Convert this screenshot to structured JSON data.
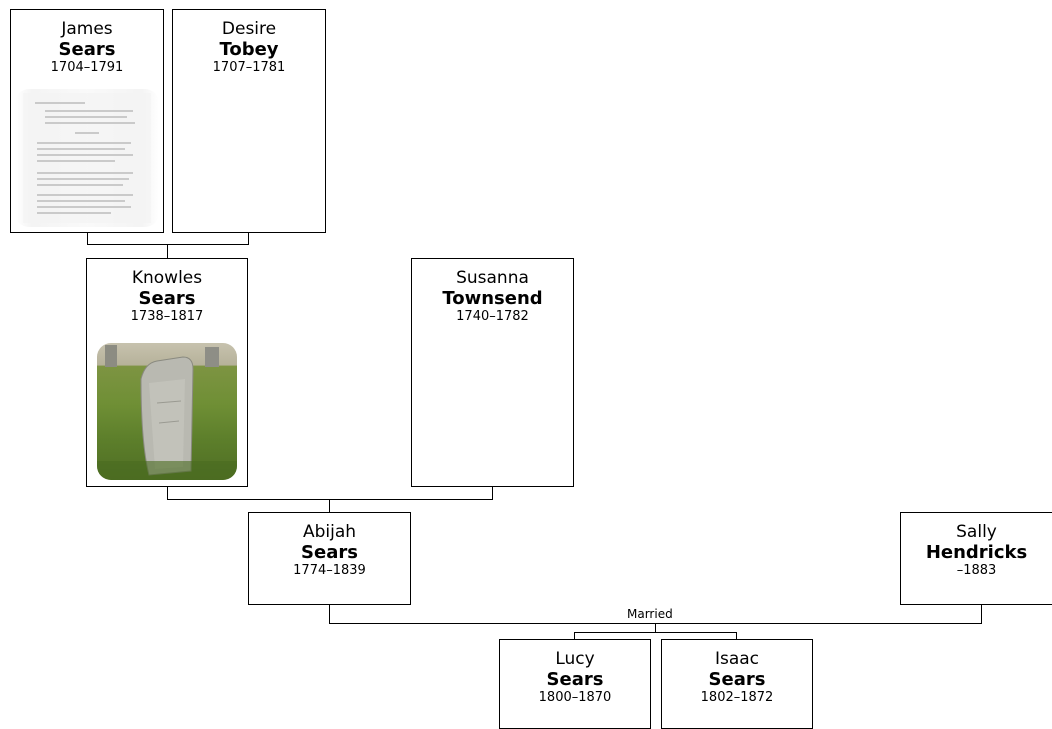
{
  "people": {
    "james": {
      "given": "James",
      "surname": "Sears",
      "dates": "1704–1791",
      "photo": "document-scan"
    },
    "desire": {
      "given": "Desire",
      "surname": "Tobey",
      "dates": "1707–1781"
    },
    "knowles": {
      "given": "Knowles",
      "surname": "Sears",
      "dates": "1738–1817",
      "photo": "gravestone"
    },
    "susanna": {
      "given": "Susanna",
      "surname": "Townsend",
      "dates": "1740–1782"
    },
    "abijah": {
      "given": "Abijah",
      "surname": "Sears",
      "dates": "1774–1839"
    },
    "sally": {
      "given": "Sally",
      "surname": "Hendricks",
      "dates": "–1883"
    },
    "lucy": {
      "given": "Lucy",
      "surname": "Sears",
      "dates": "1800–1870"
    },
    "isaac": {
      "given": "Isaac",
      "surname": "Sears",
      "dates": "1802–1872"
    }
  },
  "relations": {
    "abijah_sally_label": "Married"
  },
  "colors": {
    "border": "#000000",
    "background": "#ffffff"
  }
}
